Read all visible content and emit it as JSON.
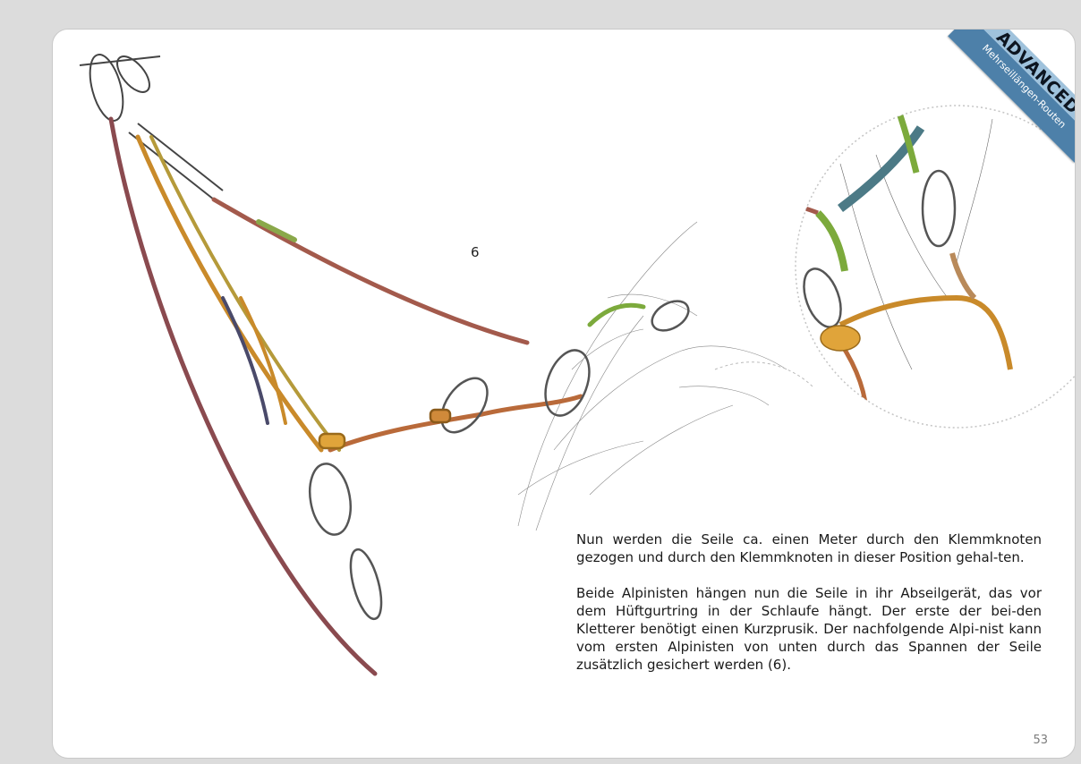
{
  "figure": {
    "label": "6"
  },
  "badge": {
    "title": "ADVANCED",
    "subtitle": "Mehrseillängen-Routen",
    "colors": {
      "top": "#9fc2dc",
      "bottom": "#4d80a9"
    }
  },
  "body": {
    "paragraphs": [
      "Nun werden die Seile ca. einen Meter durch den Klemmknoten gezogen und durch den Klemmknoten in dieser Position gehal-ten.",
      "Beide Alpinisten hängen nun die Seile in ihr Abseilgerät, das vor dem Hüftgurtring in der Schlaufe hängt. Der erste der bei-den Kletterer benötigt einen Kurzprusik. Der nachfolgende Alpi-nist kann vom ersten Alpinisten von unten durch das Spannen der Seile zusätzlich gesichert werden (6)."
    ]
  },
  "footer": {
    "page_number": "53"
  }
}
